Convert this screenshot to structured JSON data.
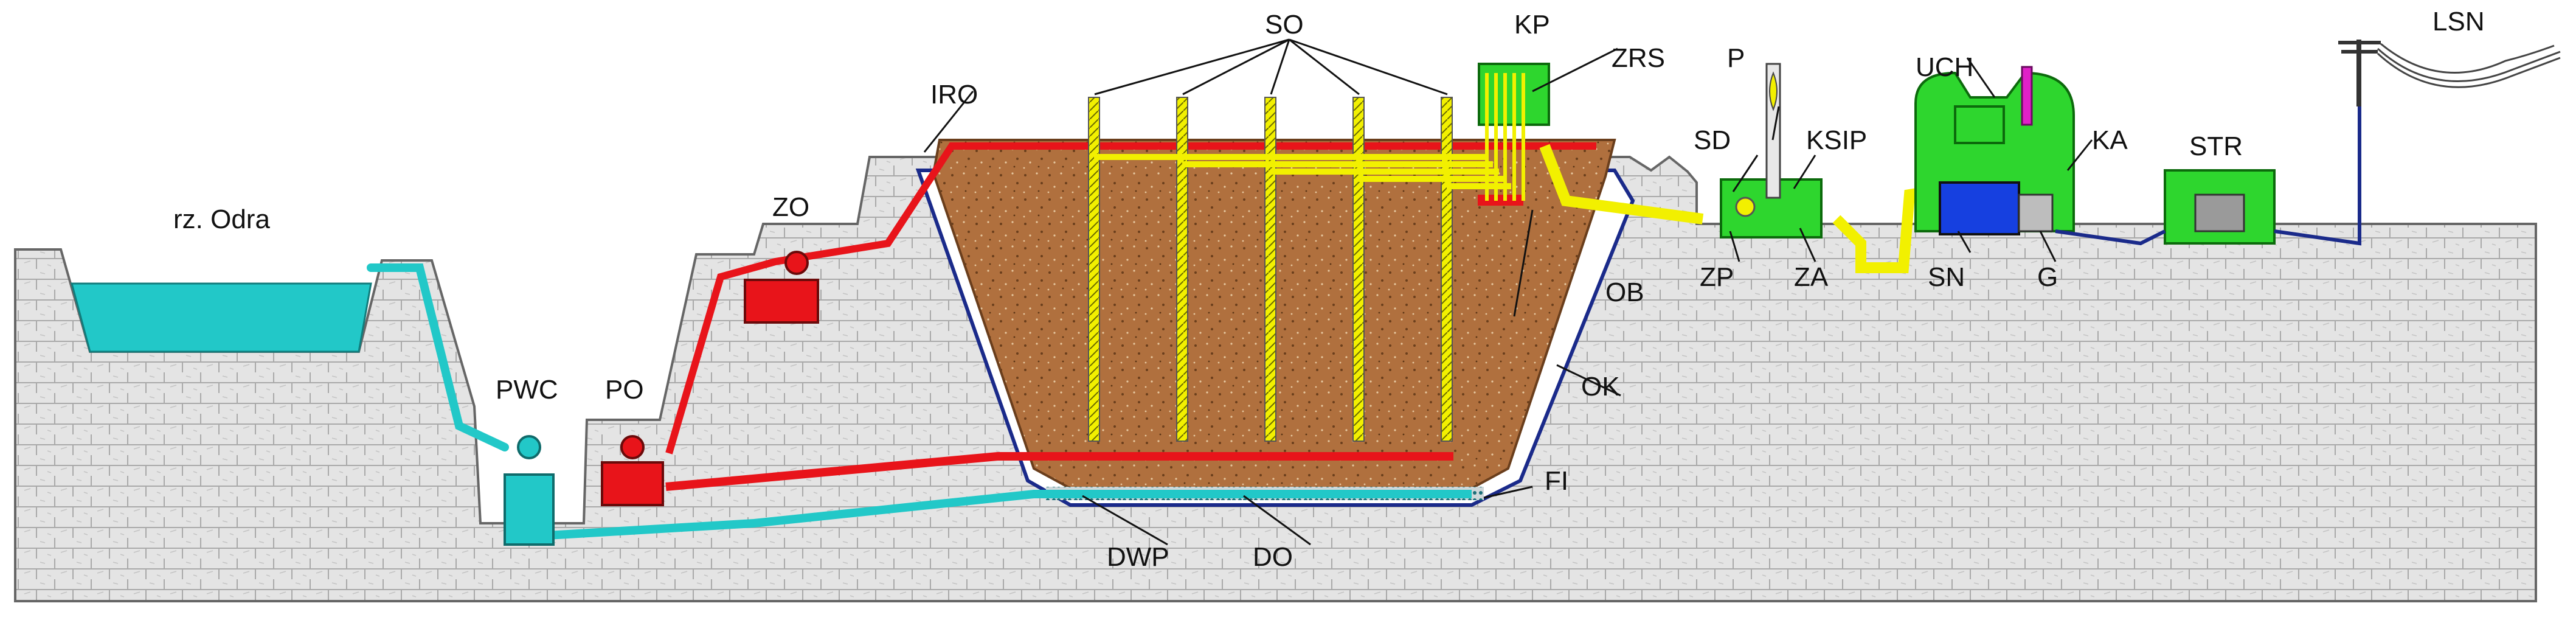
{
  "labels": {
    "rz_odra": "rz. Odra",
    "pwc": "PWC",
    "po": "PO",
    "zo": "ZO",
    "iro": "IRO",
    "so": "SO",
    "kp": "KP",
    "zrs": "ZRS",
    "p": "P",
    "sd": "SD",
    "ksip": "KSIP",
    "zp": "ZP",
    "za": "ZA",
    "uch": "UCH",
    "ka": "KA",
    "sn": "SN",
    "g": "G",
    "str": "STR",
    "lsn": "LSN",
    "ob": "OB",
    "ok": "OK",
    "fi": "FI",
    "dwp": "DWP",
    "do": "DO"
  },
  "colors": {
    "ground": "#e3e3e3",
    "ground_line": "#707070",
    "water": "#22c8c8",
    "red_pipe": "#e8141a",
    "yellow_pipe": "#f2f000",
    "green_unit": "#2ed62e",
    "waste_mass": "#b0703e",
    "liner": "#1a2a8a",
    "generator_blue": "#1640e0",
    "exhaust_magenta": "#e020c8"
  },
  "icons": {
    "pylon": "power-pylon-icon",
    "transformer": "transformer-icon",
    "pump": "pump-icon"
  }
}
